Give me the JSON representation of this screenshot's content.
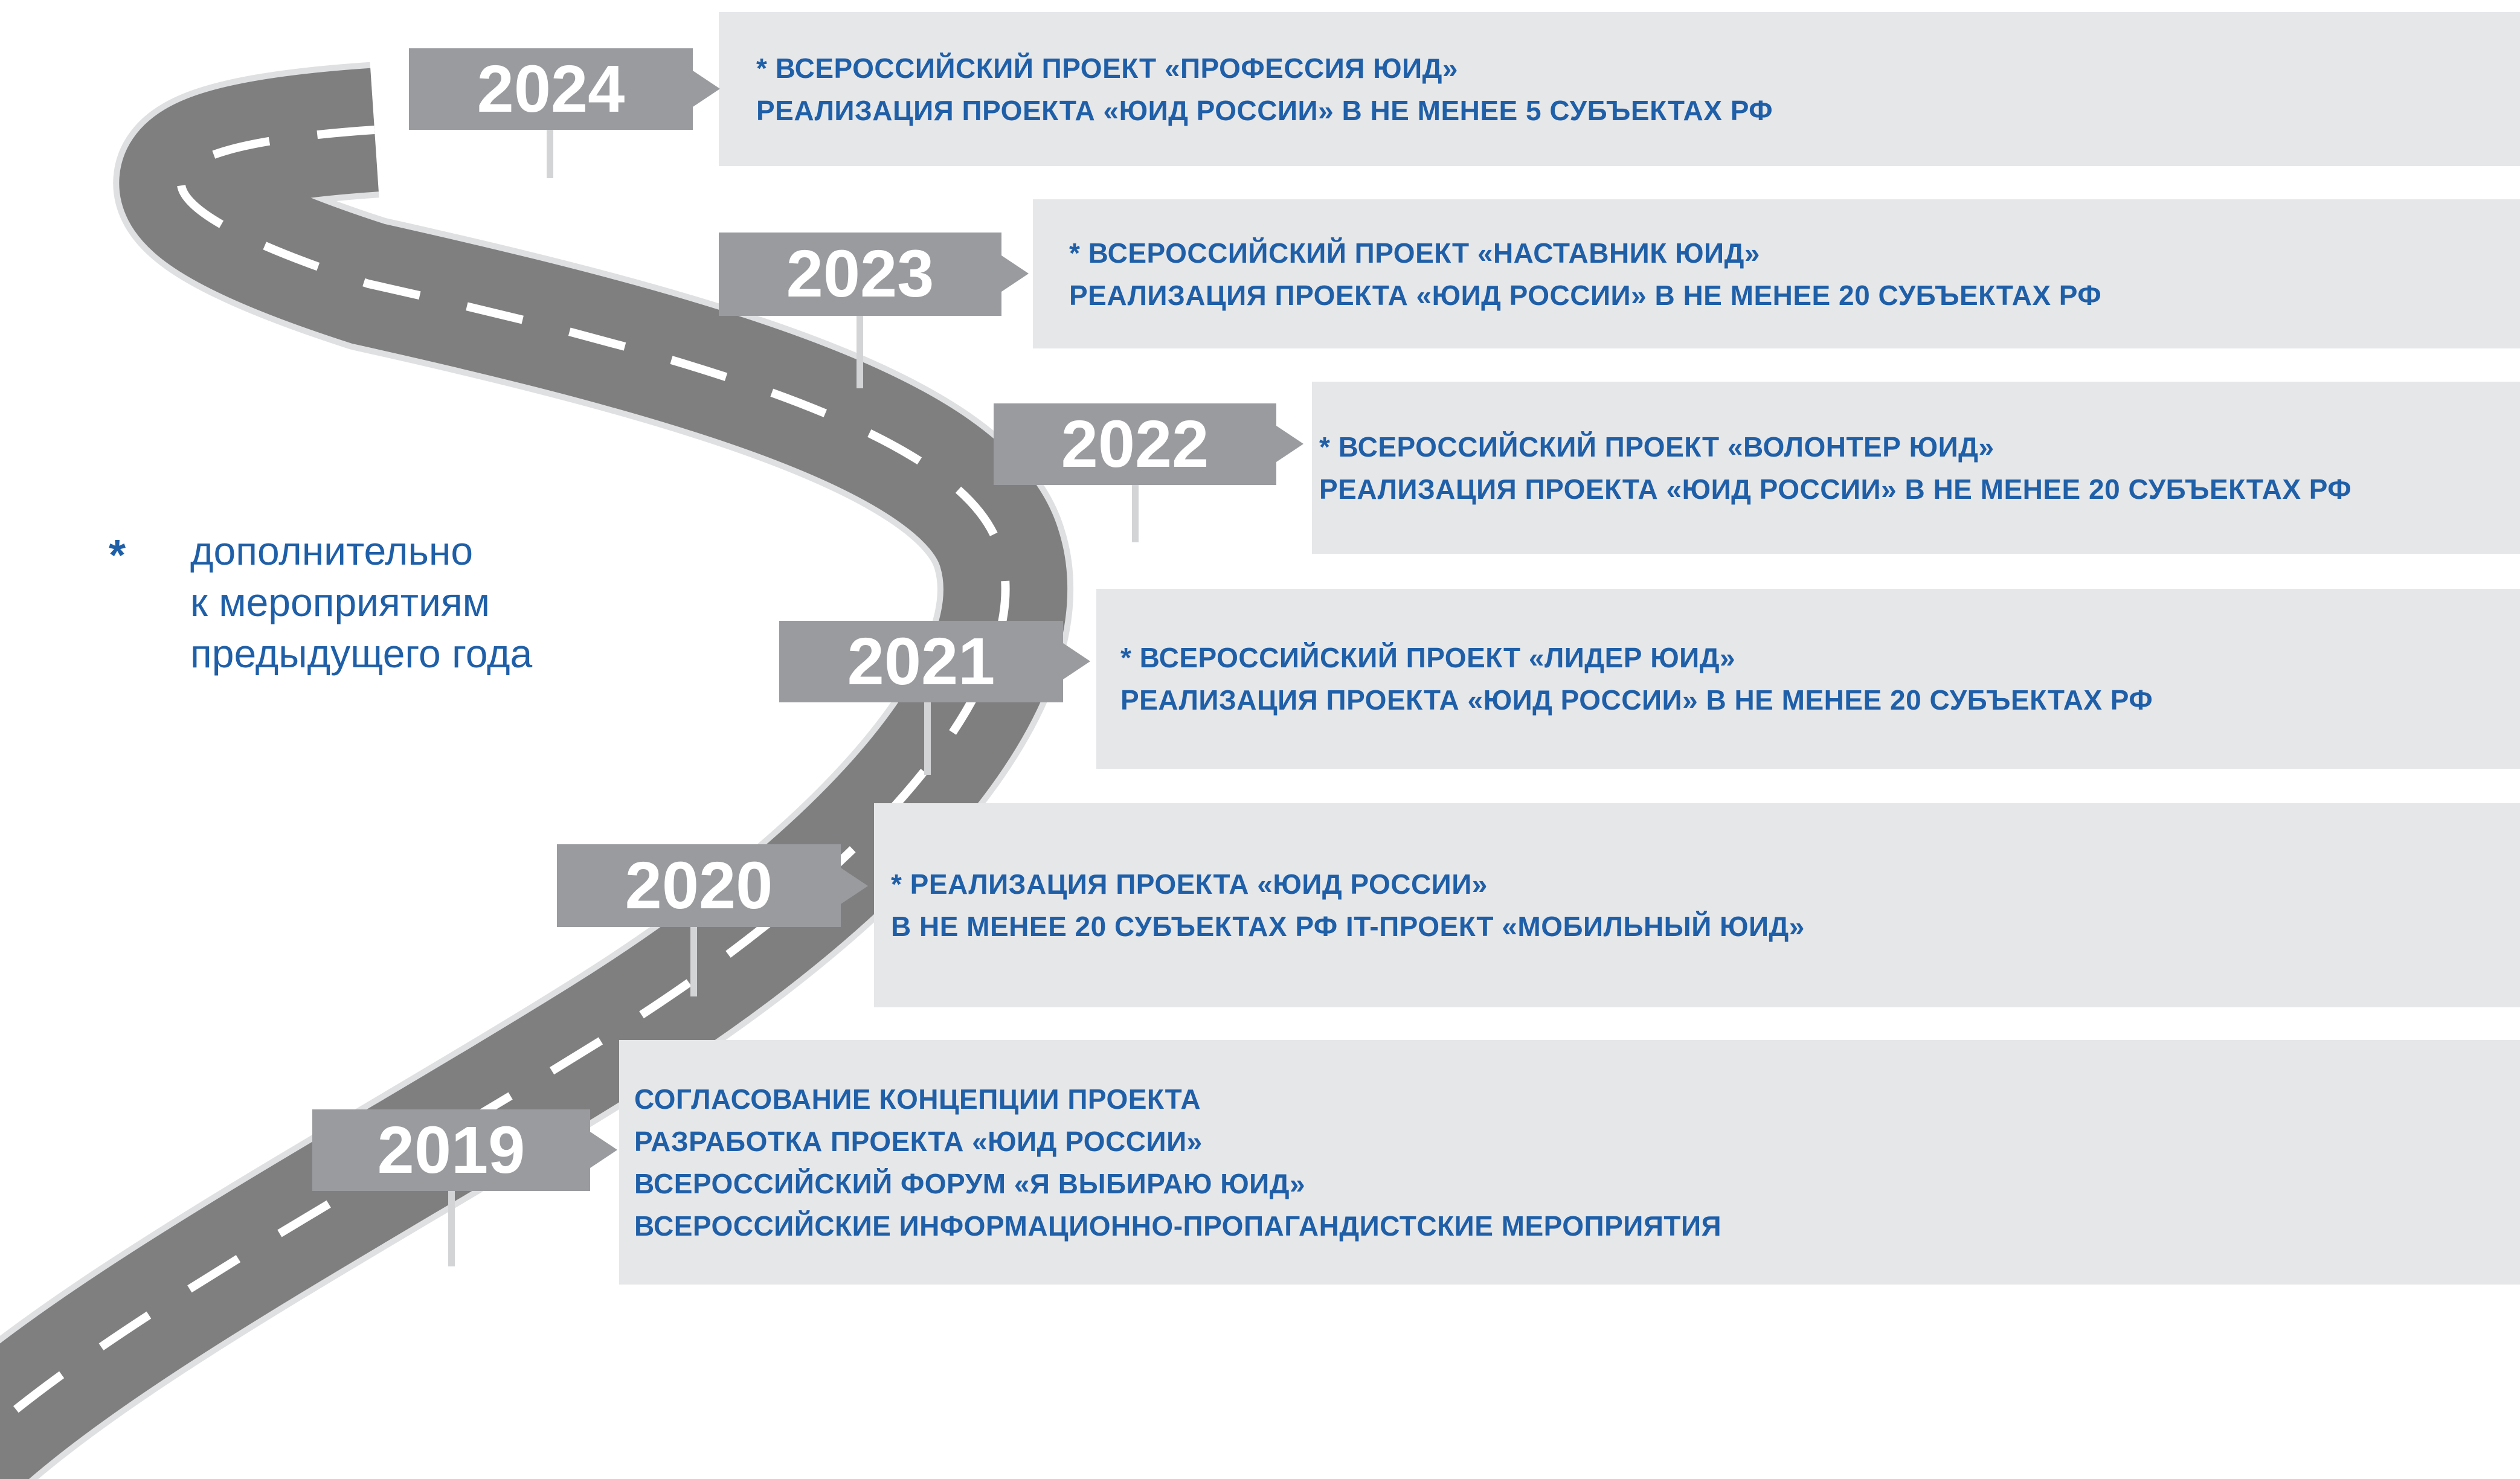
{
  "legend": {
    "marker": "*",
    "lines": [
      "дополнительно",
      "к мероприятиям",
      "предыдущего года"
    ]
  },
  "milestones": [
    {
      "year": "2024",
      "lines": [
        "* ВСЕРОССИЙСКИЙ ПРОЕКТ «ПРОФЕССИЯ ЮИД»",
        "РЕАЛИЗАЦИЯ ПРОЕКТА «ЮИД РОССИИ» В НЕ МЕНЕЕ 5 СУБЪЕКТАХ РФ"
      ]
    },
    {
      "year": "2023",
      "lines": [
        "* ВСЕРОССИЙСКИЙ ПРОЕКТ «НАСТАВНИК ЮИД»",
        "РЕАЛИЗАЦИЯ ПРОЕКТА «ЮИД РОССИИ» В НЕ МЕНЕЕ 20 СУБЪЕКТАХ РФ"
      ]
    },
    {
      "year": "2022",
      "lines": [
        "* ВСЕРОССИЙСКИЙ ПРОЕКТ «ВОЛОНТЕР ЮИД»",
        "РЕАЛИЗАЦИЯ ПРОЕКТА «ЮИД РОССИИ»  В НЕ МЕНЕЕ 20 СУБЪЕКТАХ РФ"
      ]
    },
    {
      "year": "2021",
      "lines": [
        "* ВСЕРОССИЙСКИЙ ПРОЕКТ «ЛИДЕР ЮИД»",
        "РЕАЛИЗАЦИЯ ПРОЕКТА «ЮИД РОССИИ» В НЕ МЕНЕЕ 20 СУБЪЕКТАХ РФ"
      ]
    },
    {
      "year": "2020",
      "lines": [
        "* РЕАЛИЗАЦИЯ ПРОЕКТА «ЮИД РОССИИ»",
        "В НЕ МЕНЕЕ 20 СУБЪЕКТАХ РФ IT-ПРОЕКТ «МОБИЛЬНЫЙ ЮИД»"
      ]
    },
    {
      "year": "2019",
      "lines": [
        "СОГЛАСОВАНИЕ КОНЦЕПЦИИ ПРОЕКТА",
        "РАЗРАБОТКА ПРОЕКТА «ЮИД РОССИИ»",
        "ВСЕРОССИЙСКИЙ ФОРУМ «Я ВЫБИРАЮ ЮИД»",
        "ВСЕРОССИЙСКИЕ ИНФОРМАЦИОННО-ПРОПАГАНДИСТСКИЕ МЕРОПРИЯТИЯ"
      ]
    }
  ],
  "colors": {
    "text_blue": "#1f5fa8",
    "panel_bg": "#e6e7e9",
    "tag_bg": "#9a9b9e",
    "road": "#7f7f80"
  }
}
